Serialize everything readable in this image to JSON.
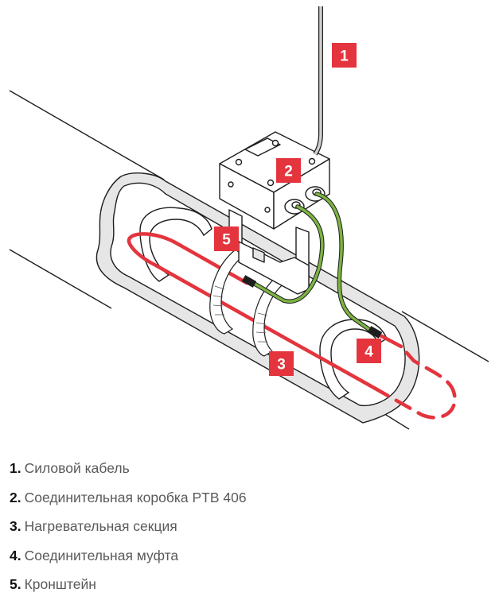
{
  "colors": {
    "accent": "#e4343d",
    "connector_cable": "#7cb342",
    "stroke": "#1e1e1e",
    "insulation": "#e6e6e6"
  },
  "badges": [
    {
      "number": "1",
      "target": "power-cable"
    },
    {
      "number": "2",
      "target": "junction-box"
    },
    {
      "number": "3",
      "target": "heating-section"
    },
    {
      "number": "4",
      "target": "splice-coupling"
    },
    {
      "number": "5",
      "target": "bracket"
    }
  ],
  "legend": [
    {
      "number": "1.",
      "text": "Силовой кабель"
    },
    {
      "number": "2.",
      "text": "Соединительная коробка PTB 406"
    },
    {
      "number": "3.",
      "text": "Нагревательная секция"
    },
    {
      "number": "4.",
      "text": "Соединительная муфта"
    },
    {
      "number": "5.",
      "text": "Кронштейн"
    }
  ]
}
